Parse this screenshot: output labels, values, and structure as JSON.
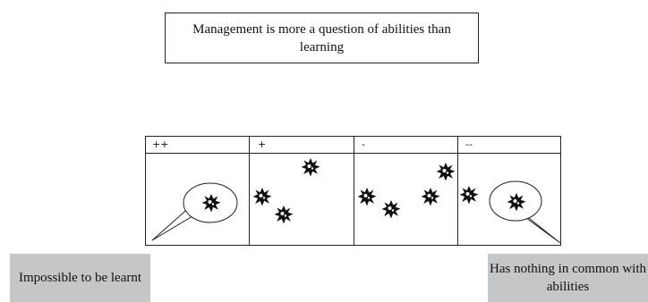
{
  "statement": "Management is more a question of abilities than learning",
  "scale": {
    "columns": [
      {
        "label": "++",
        "stars": 1,
        "speech_bubble": true
      },
      {
        "label": "+",
        "stars": 3,
        "speech_bubble": false
      },
      {
        "label": "-",
        "stars": 4,
        "speech_bubble": false
      },
      {
        "label": "--",
        "stars": 2,
        "speech_bubble": true
      }
    ]
  },
  "left_pole": "Impossible to be learnt",
  "right_pole": "Has nothing in common with abilities",
  "colors": {
    "pole_box": "#c4c6c8",
    "border": "#222222",
    "star": "#111111"
  },
  "icons": [
    "starburst-icon",
    "speech-bubble-icon"
  ]
}
